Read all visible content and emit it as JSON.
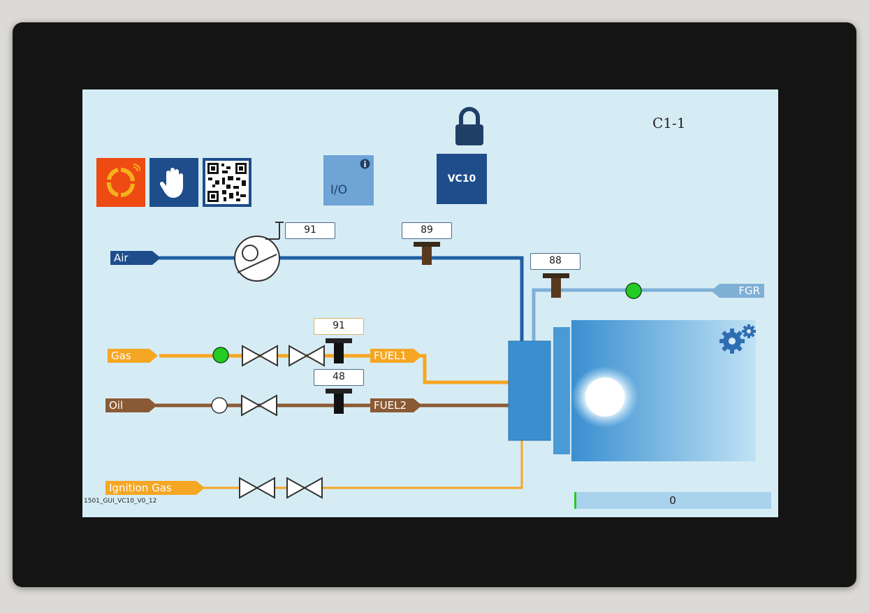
{
  "header": {
    "station_id": "C1-1",
    "version_label": "1501_GUI_VC10_V0_12"
  },
  "toolbar": {
    "io_label": "I/O",
    "vc10_label": "VC10"
  },
  "lines": {
    "air": "Air",
    "gas": "Gas",
    "oil": "Oil",
    "ignition_gas": "Ignition Gas",
    "fgr": "FGR",
    "fuel1": "FUEL1",
    "fuel2": "FUEL2"
  },
  "values": {
    "fan": "91",
    "air_damper": "89",
    "fgr_damper": "88",
    "gas_actuator": "91",
    "oil_actuator": "48"
  },
  "status": {
    "load_value": "0",
    "load_level": 0
  },
  "colors": {
    "air": "#1f5fa6",
    "gas": "#f5a623",
    "oil": "#8a5a35",
    "fgr": "#7fb0d6",
    "accent_orange": "#ee4b13",
    "indicator_on": "#22cc22"
  },
  "icons": {
    "burner_control": "refresh-cycle-icon",
    "manual_mode": "hand-icon",
    "qr": "qr-code-icon",
    "info": "info-icon",
    "lock": "lock-icon",
    "settings": "gears-icon"
  }
}
